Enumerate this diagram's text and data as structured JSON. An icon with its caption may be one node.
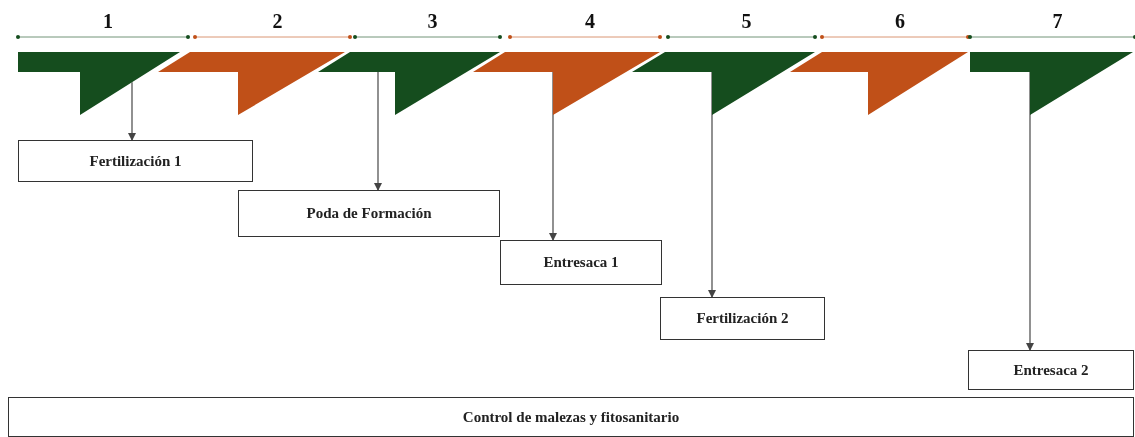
{
  "diagram": {
    "nodes": [
      {
        "text": [
          "1"
        ]
      },
      {
        "text": [
          "2"
        ]
      },
      {
        "text": [
          "3"
        ]
      },
      {
        "text": [
          "4"
        ]
      },
      {
        "text": [
          "5"
        ]
      },
      {
        "text": [
          "6"
        ]
      },
      {
        "text": [
          "7"
        ]
      },
      {
        "text": [
          "Fertilización 1"
        ]
      },
      {
        "text": [
          "Poda de Formación"
        ]
      },
      {
        "text": [
          "Entresaca 1"
        ]
      },
      {
        "text": [
          "Fertilización 2"
        ]
      },
      {
        "text": [
          "Entresaca 2"
        ]
      },
      {
        "text": [
          "Control de malezas y fitosanitario"
        ]
      }
    ],
    "edges": [
      {
        "from": 0,
        "to": 7,
        "arrow": "to"
      },
      {
        "from": 2,
        "to": 8,
        "arrow": "to"
      },
      {
        "from": 3,
        "to": 9,
        "arrow": "to"
      },
      {
        "from": 4,
        "to": 10,
        "arrow": "to"
      },
      {
        "from": 6,
        "to": 11,
        "arrow": "to"
      }
    ]
  }
}
